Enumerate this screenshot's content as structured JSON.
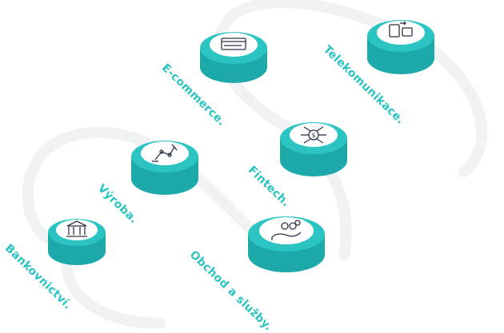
{
  "colors": {
    "accent": "#2cc3c3",
    "accent_dark": "#1da9aa",
    "disc_top": "#ffffff",
    "icon_stroke": "#2b3346",
    "path": "#f1f2f4"
  },
  "industries": [
    {
      "id": "telekomunikace",
      "label": "Telekomunikace.",
      "icon": "devices-icon"
    },
    {
      "id": "e-commerce",
      "label": "E-commerce.",
      "icon": "payment-card-icon"
    },
    {
      "id": "fintech",
      "label": "Fintech.",
      "icon": "dollar-circuit-icon"
    },
    {
      "id": "vyroba",
      "label": "Výroba.",
      "icon": "robot-arm-icon"
    },
    {
      "id": "obchod-a-sluzby",
      "label": "Obchod a služby.",
      "icon": "hand-coins-icon"
    },
    {
      "id": "bankovnictvi",
      "label": "Bankovnictví.",
      "icon": "bank-icon"
    }
  ]
}
